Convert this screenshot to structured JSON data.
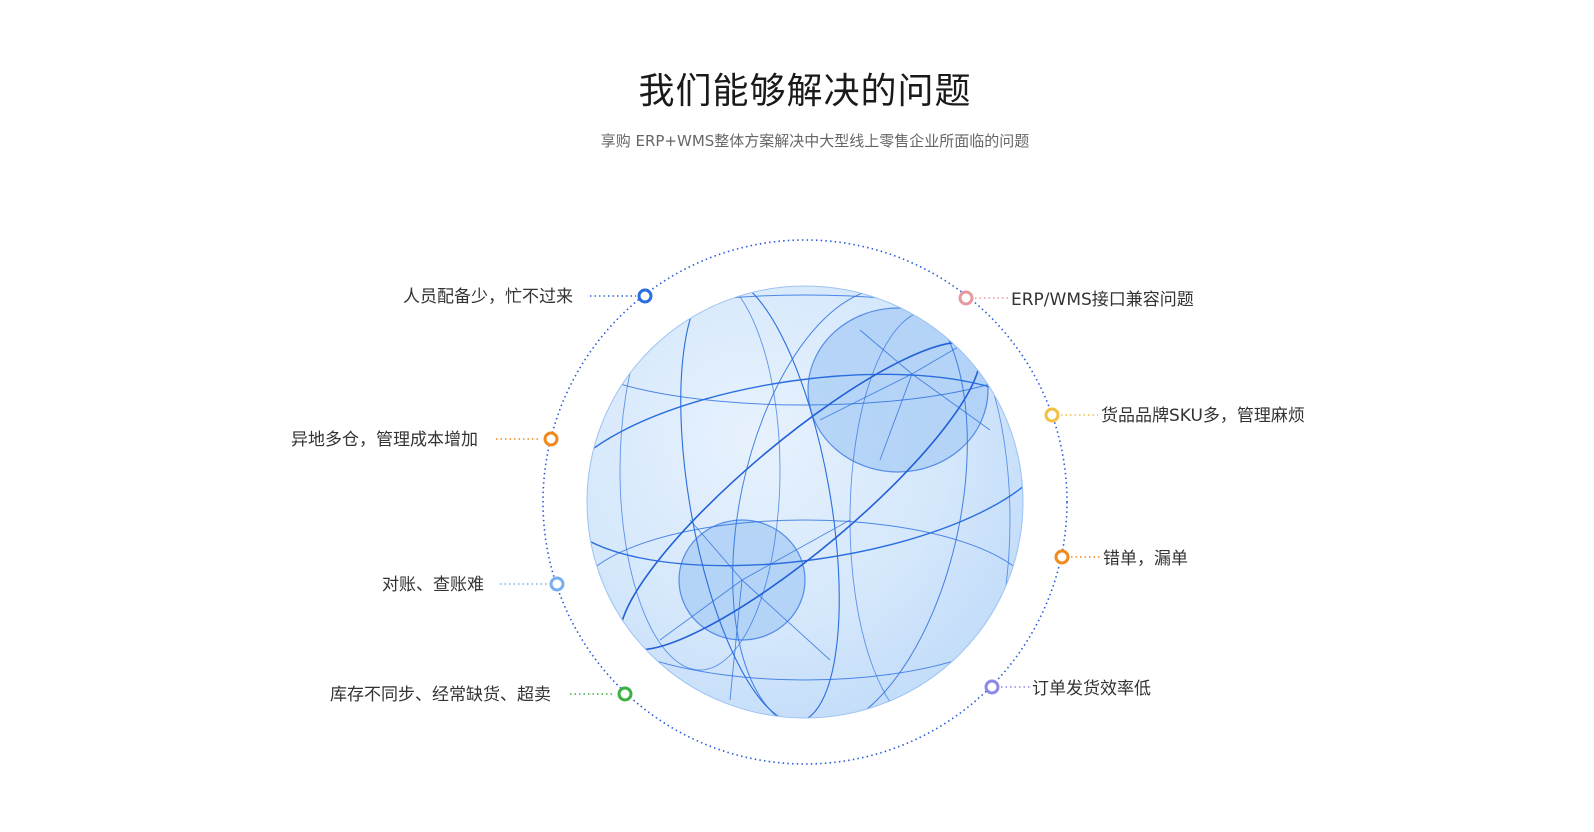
{
  "header": {
    "title": "我们能够解决的问题",
    "subtitle": "享购 ERP+WMS整体方案解决中大型线上零售企业所面临的问题"
  },
  "problems": [
    {
      "id": "staff",
      "label": "人员配备少，忙不过来",
      "color": "#2a6ddf"
    },
    {
      "id": "warehouse",
      "label": "异地多仓，管理成本增加",
      "color": "#f08a1c"
    },
    {
      "id": "reconcile",
      "label": "对账、查账难",
      "color": "#79aef0"
    },
    {
      "id": "inventory",
      "label": "库存不同步、经常缺货、超卖",
      "color": "#3cb043"
    },
    {
      "id": "erp",
      "label": "ERP/WMS接口兼容问题",
      "color": "#e59aa0"
    },
    {
      "id": "sku",
      "label": "货品品牌SKU多，管理麻烦",
      "color": "#f0c040"
    },
    {
      "id": "errors",
      "label": "错单，漏单",
      "color": "#f08a1c"
    },
    {
      "id": "shipping",
      "label": "订单发货效率低",
      "color": "#8a88e8"
    }
  ],
  "colors": {
    "ring": "#2a5bd7",
    "globe_line": "#2a6ddf",
    "globe_fill": "#cfe3fb"
  }
}
